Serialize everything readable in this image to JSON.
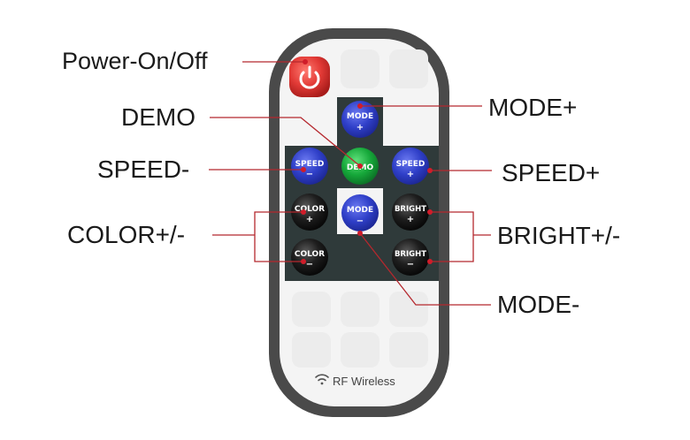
{
  "labels": {
    "power": "Power-On/Off",
    "demo": "DEMO",
    "speed_minus": "SPEED-",
    "color": "COLOR+/-",
    "mode_plus": "MODE+",
    "speed_plus": "SPEED+",
    "bright": "BRIGHT+/-",
    "mode_minus": "MODE-"
  },
  "buttons": {
    "mode_plus": {
      "top": "MODE",
      "bottom": "+"
    },
    "demo": {
      "top": "DEMO"
    },
    "speed_minus": {
      "top": "SPEED",
      "bottom": "−"
    },
    "speed_plus": {
      "top": "SPEED",
      "bottom": "+"
    },
    "mode_minus": {
      "top": "MODE",
      "bottom": "−"
    },
    "color_plus": {
      "top": "COLOR",
      "bottom": "+"
    },
    "color_minus": {
      "top": "COLOR",
      "bottom": "−"
    },
    "bright_plus": {
      "top": "BRIGHT",
      "bottom": "+"
    },
    "bright_minus": {
      "top": "BRIGHT",
      "bottom": "−"
    }
  },
  "footer": {
    "brand": "RF Wireless"
  },
  "colors": {
    "remote_border": "#4a4a4a",
    "remote_body": "#f4f4f4",
    "panel": "#2f3a3a",
    "power": "#e23a36",
    "blue": "#2f3fc8",
    "green": "#16a83a",
    "black": "#151515",
    "pointer_line": "#b5282e",
    "pointer_dot": "#d01d2a"
  },
  "icons": {
    "power": "power-icon",
    "wifi": "wifi-icon"
  }
}
